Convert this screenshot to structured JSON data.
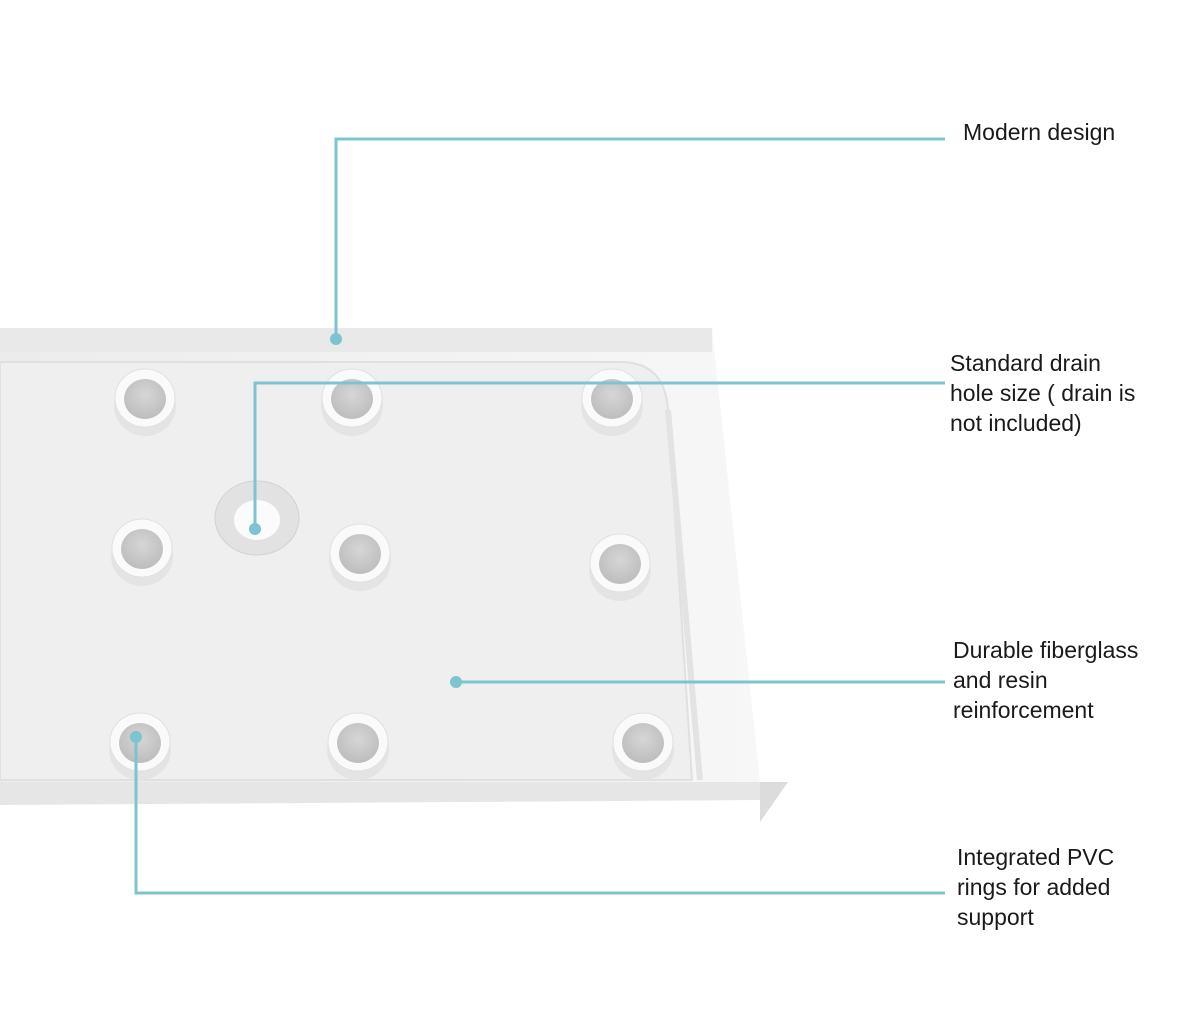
{
  "accent_color": "#7cc4d0",
  "callouts": [
    {
      "id": "modern-design",
      "lines": [
        "Modern design"
      ]
    },
    {
      "id": "drain-hole",
      "lines": [
        "Standard drain",
        "hole size ( drain is",
        "not included)"
      ]
    },
    {
      "id": "fiberglass",
      "lines": [
        "Durable fiberglass",
        "and resin",
        "reinforcement"
      ]
    },
    {
      "id": "pvc-rings",
      "lines": [
        "Integrated PVC",
        "rings for added",
        "support"
      ]
    }
  ]
}
